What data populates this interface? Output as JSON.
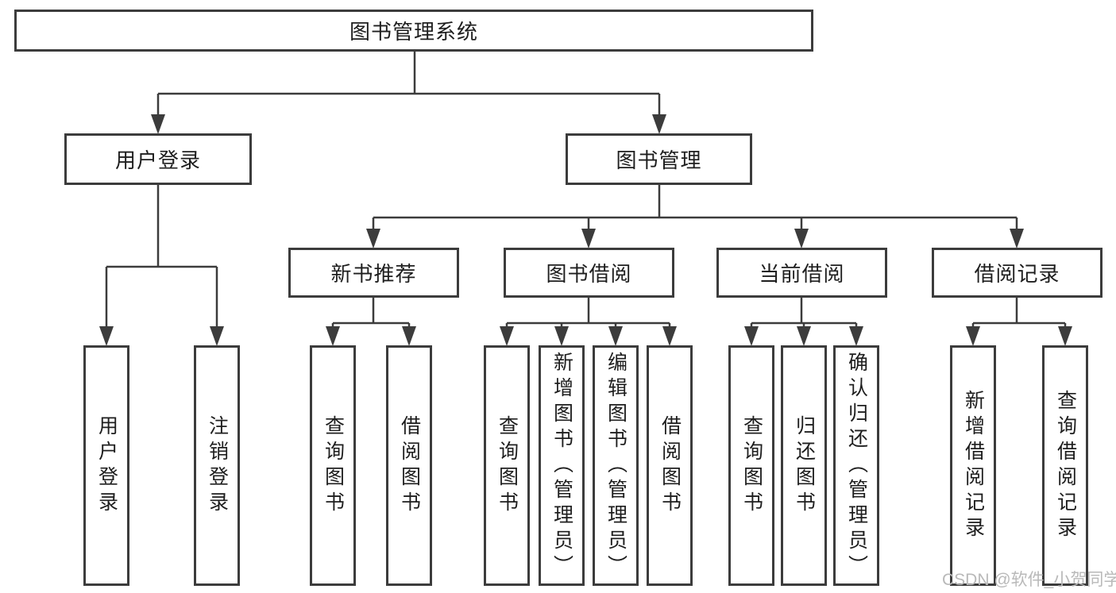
{
  "diagram": {
    "nodes": {
      "root": "图书管理系统",
      "level2": {
        "user_login": "用户登录",
        "book_management": "图书管理"
      },
      "level3": {
        "new_book_recommend": "新书推荐",
        "book_borrowing": "图书借阅",
        "current_borrowing": "当前借阅",
        "borrow_records": "借阅记录"
      },
      "level4": {
        "user_login_children": {
          "user_login": "用户登录",
          "logout": "注销登录"
        },
        "new_book_recommend_children": {
          "query_book": "查询图书",
          "borrow_book": "借阅图书"
        },
        "book_borrowing_children": {
          "query_book": "查询图书",
          "add_book": "新增图书（管理员）",
          "edit_book": "编辑图书（管理员）",
          "borrow_book": "借阅图书"
        },
        "current_borrowing_children": {
          "query_book": "查询图书",
          "return_book": "归还图书",
          "confirm_return": "确认归还（管理员）"
        },
        "borrow_records_children": {
          "add_record": "新增借阅记录",
          "query_record": "查询借阅记录"
        }
      }
    },
    "watermark": "CSDN @软件_小贺同学",
    "colors": {
      "line": "#3c3c3c",
      "text": "#1e1e1e",
      "watermark_text": "#b9b9b9",
      "background": "#ffffff"
    }
  }
}
